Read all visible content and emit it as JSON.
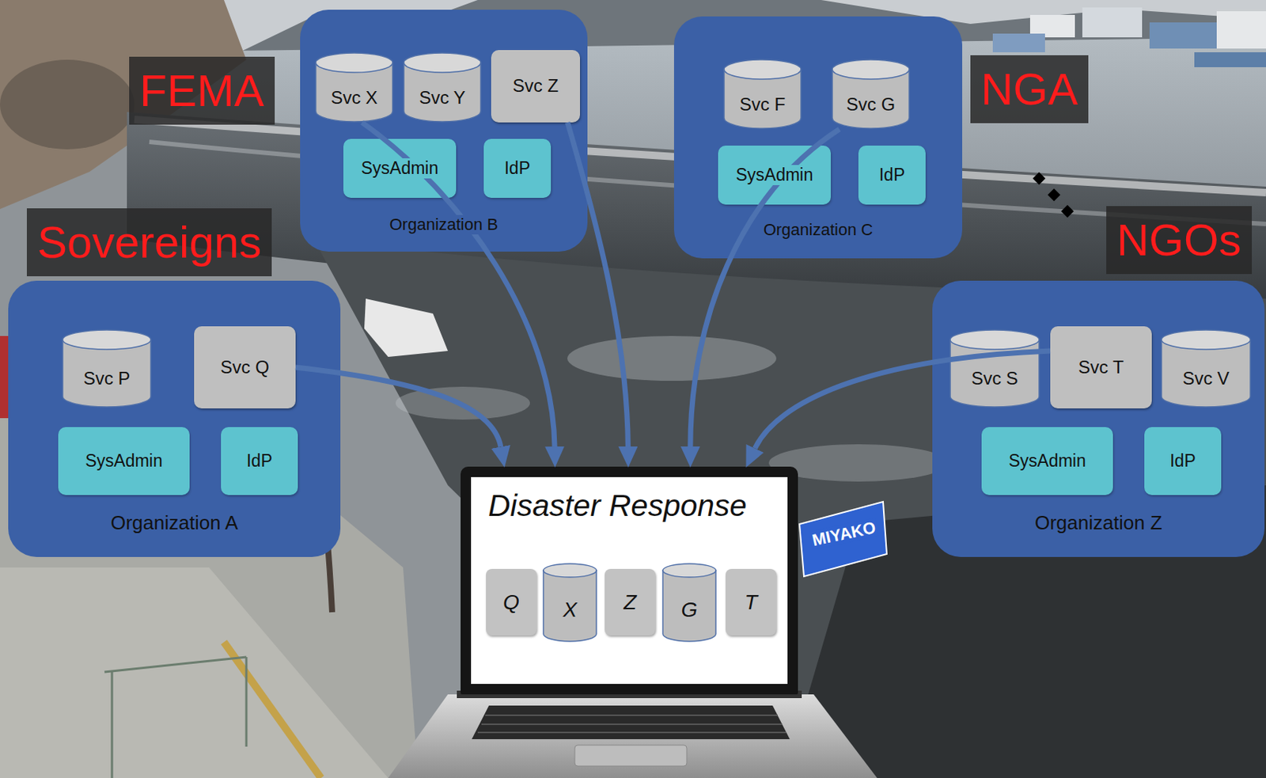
{
  "diagram": {
    "nodes": [
      {
        "text": [
          "Organization B"
        ]
      },
      {
        "text": [
          "Svc X"
        ],
        "in": 0
      },
      {
        "text": [
          "Svc Y"
        ],
        "in": 0
      },
      {
        "text": [
          "Svc Z"
        ],
        "in": 0
      },
      {
        "text": [
          "SysAdmin"
        ],
        "in": 0
      },
      {
        "text": [
          "IdP"
        ],
        "in": 0
      },
      {
        "text": [
          "Organization C"
        ]
      },
      {
        "text": [
          "Svc F"
        ],
        "in": 6
      },
      {
        "text": [
          "Svc G"
        ],
        "in": 6
      },
      {
        "text": [
          "SysAdmin"
        ],
        "in": 6
      },
      {
        "text": [
          "IdP"
        ],
        "in": 6
      },
      {
        "text": [
          "Organization A"
        ]
      },
      {
        "text": [
          "Svc P"
        ],
        "in": 11
      },
      {
        "text": [
          "Svc Q"
        ],
        "in": 11
      },
      {
        "text": [
          "SysAdmin"
        ],
        "in": 11
      },
      {
        "text": [
          "IdP"
        ],
        "in": 11
      },
      {
        "text": [
          "Organization Z"
        ]
      },
      {
        "text": [
          "Svc S"
        ],
        "in": 16
      },
      {
        "text": [
          "Svc T"
        ],
        "in": 16
      },
      {
        "text": [
          "Svc V"
        ],
        "in": 16
      },
      {
        "text": [
          "SysAdmin"
        ],
        "in": 16
      },
      {
        "text": [
          "IdP"
        ],
        "in": 16
      },
      {
        "text": [
          "Disaster Response"
        ]
      },
      {
        "text": [
          "Q"
        ],
        "in": 22
      },
      {
        "text": [
          "X"
        ],
        "in": 22
      },
      {
        "text": [
          "Z"
        ],
        "in": 22
      },
      {
        "text": [
          "G"
        ],
        "in": 22
      },
      {
        "text": [
          "T"
        ],
        "in": 22
      }
    ],
    "edges": [
      {
        "from": 13,
        "to": 22,
        "arrow": "to"
      },
      {
        "from": 1,
        "to": 22,
        "arrow": "to"
      },
      {
        "from": 3,
        "to": 22,
        "arrow": "to"
      },
      {
        "from": 8,
        "to": 22,
        "arrow": "to"
      },
      {
        "from": 18,
        "to": 22,
        "arrow": "to"
      }
    ],
    "labels": [
      "FEMA",
      "NGA",
      "Sovereigns",
      "NGOs",
      "MIYAKO"
    ]
  }
}
